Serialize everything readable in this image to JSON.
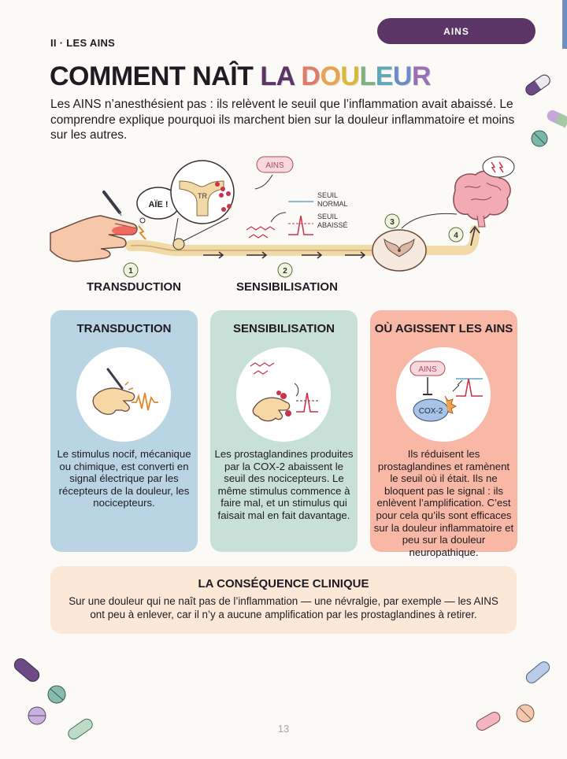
{
  "header": {
    "tag": "AINS",
    "section": "II · LES AINS"
  },
  "title": {
    "part1": "COMMENT NAÎT ",
    "part2": "LA ",
    "rainbow": [
      "D",
      "O",
      "U",
      "L",
      "E",
      "U",
      "R"
    ],
    "rainbow_colors": [
      "#e07a6b",
      "#e9a24d",
      "#d9b93a",
      "#7fb17f",
      "#5fa8b8",
      "#6c8cc9",
      "#9a6fb5"
    ]
  },
  "intro": "Les AINS n’anesthésient pas : ils relèvent le seuil que l’inflammation avait abaissé. Le comprendre explique pourquoi ils marchent bien sur la douleur inflammatoire et moins sur les autres.",
  "diagram": {
    "aie": "AÏE !",
    "ains": "AINS",
    "tr": "TR",
    "seuil_normal_1": "SEUIL",
    "seuil_normal_2": "NORMAL",
    "seuil_bas_1": "SEUIL",
    "seuil_bas_2": "ABAISSÉ",
    "steps": [
      "1",
      "2",
      "3",
      "4"
    ],
    "stage1": "TRANSDUCTION",
    "stage2": "SENSIBILISATION"
  },
  "cards": [
    {
      "title": "TRANSDUCTION",
      "text": "Le stimulus nocif, mécanique ou chimique, est converti en signal électrique par les récepteurs de la douleur, les nocicepteurs."
    },
    {
      "title": "SENSIBILISATION",
      "text": "Les prostaglandines produites par la COX-2 abaissent le seuil des nocicepteurs. Le même stimulus commence à faire mal, et un stimulus qui faisait mal en fait davantage."
    },
    {
      "title": "OÙ AGISSENT LES AINS",
      "text": "Ils réduisent les prostaglandines et ramènent le seuil où il était. Ils ne bloquent pas le signal : ils enlèvent l’amplification. C’est pour cela qu’ils sont efficaces sur la douleur inflammatoire et peu sur la douleur neuropathique.",
      "ains": "AINS",
      "cox": "COX-2"
    }
  ],
  "clinical": {
    "title": "LA CONSÉQUENCE CLINIQUE",
    "text": "Sur une douleur qui ne naît pas de l’inflammation — une névralgie, par exemple — les AINS ont peu à enlever, car il n’y a aucune amplification par les prostaglandines à retirer."
  },
  "page_number": "13"
}
